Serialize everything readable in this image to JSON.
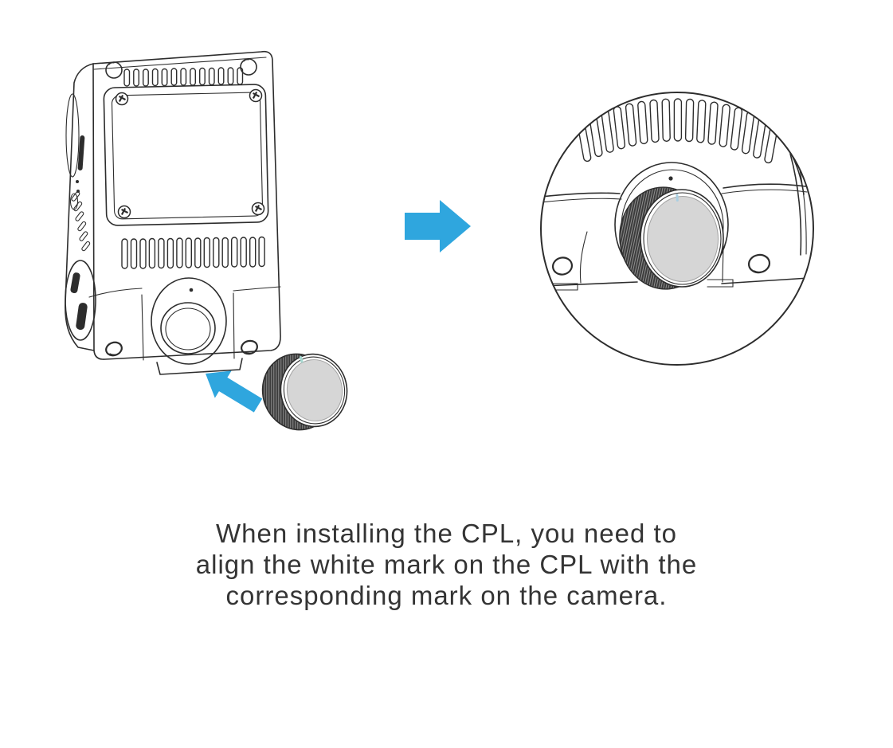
{
  "caption": {
    "lines": [
      "When installing the CPL, you need to",
      "align the white mark on the CPL with the",
      "corresponding mark on the camera."
    ]
  },
  "colors": {
    "background": "#ffffff",
    "line_color": "#2d2d2d",
    "arrow_blue": "#2fa6de",
    "cpl_face": "#d6d6d6",
    "cpl_mark_left": "#a6d8d0",
    "cpl_mark_detail": "#a9cfe2",
    "text_color": "#343434"
  },
  "icons": {
    "insert_arrow": "up-left-arrow",
    "zoom_arrow": "right-arrow"
  }
}
